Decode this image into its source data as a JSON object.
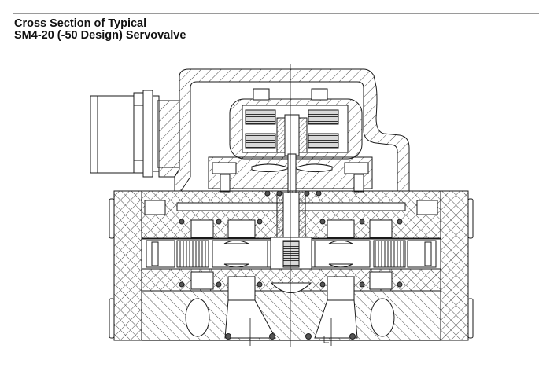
{
  "header": {
    "title_line1": "Cross Section of Typical",
    "title_line2": "SM4-20 (-50 Design) Servovalve"
  },
  "figure": {
    "subject": "Servovalve cross-section drawing",
    "components": [
      "electrical-connector",
      "cover-housing",
      "torque-motor",
      "armature-coils",
      "flapper-nozzle",
      "spool",
      "valve-body",
      "end-caps",
      "feedback-spring",
      "o-ring-seals",
      "port-passages",
      "centerline"
    ],
    "colors": {
      "line": "#1a1a1a",
      "hatch": "#3a3a3a",
      "coil_fill": "#5a5a5a",
      "rule": "#9a9a9a"
    }
  }
}
